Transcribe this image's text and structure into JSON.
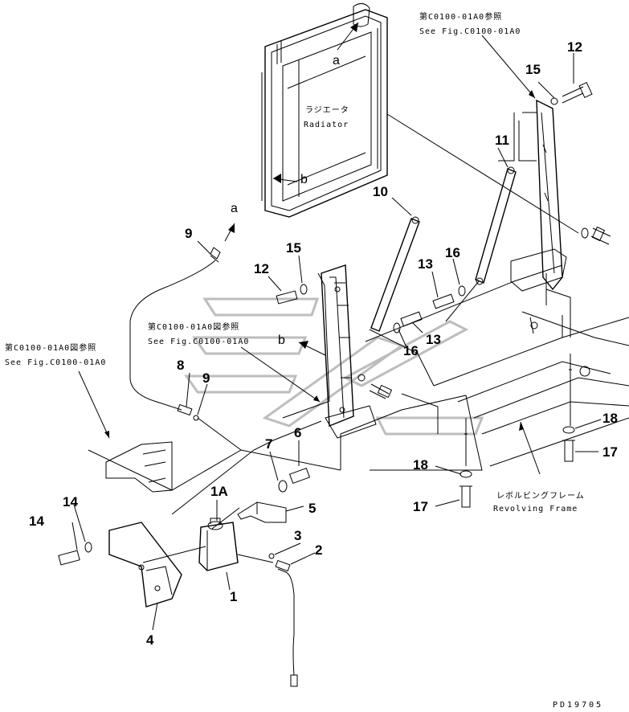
{
  "callouts": [
    {
      "id": "1",
      "text": "1"
    },
    {
      "id": "1A",
      "text": "1A"
    },
    {
      "id": "2",
      "text": "2"
    },
    {
      "id": "3",
      "text": "3"
    },
    {
      "id": "4",
      "text": "4"
    },
    {
      "id": "5",
      "text": "5"
    },
    {
      "id": "6",
      "text": "6"
    },
    {
      "id": "7",
      "text": "7"
    },
    {
      "id": "8",
      "text": "8"
    },
    {
      "id": "9a",
      "text": "9"
    },
    {
      "id": "9b",
      "text": "9"
    },
    {
      "id": "10",
      "text": "10"
    },
    {
      "id": "11",
      "text": "11"
    },
    {
      "id": "12a",
      "text": "12"
    },
    {
      "id": "12b",
      "text": "12"
    },
    {
      "id": "13a",
      "text": "13"
    },
    {
      "id": "13b",
      "text": "13"
    },
    {
      "id": "14a",
      "text": "14"
    },
    {
      "id": "14b",
      "text": "14"
    },
    {
      "id": "15a",
      "text": "15"
    },
    {
      "id": "15b",
      "text": "15"
    },
    {
      "id": "16a",
      "text": "16"
    },
    {
      "id": "16b",
      "text": "16"
    },
    {
      "id": "17a",
      "text": "17"
    },
    {
      "id": "17b",
      "text": "17"
    },
    {
      "id": "18a",
      "text": "18"
    },
    {
      "id": "18b",
      "text": "18"
    }
  ],
  "letters": {
    "a_top": "a",
    "a_hose": "a",
    "b_radiator": "b",
    "b_frame": "b"
  },
  "references": {
    "top_right": {
      "jp": "第C0100-01A0参照",
      "en": "See Fig.C0100-01A0"
    },
    "middle": {
      "jp": "第C0100-01A0図参照",
      "en": "See Fig.C0100-01A0"
    },
    "left": {
      "jp": "第C0100-01A0図参照",
      "en": "See Fig.C0100-01A0"
    }
  },
  "labels": {
    "radiator": {
      "jp": "ラジエータ",
      "en": "Radiator"
    },
    "revolving_frame": {
      "jp": "レボルビングフレーム",
      "en": "Revolving Frame"
    }
  },
  "figure_code": "PD19705"
}
